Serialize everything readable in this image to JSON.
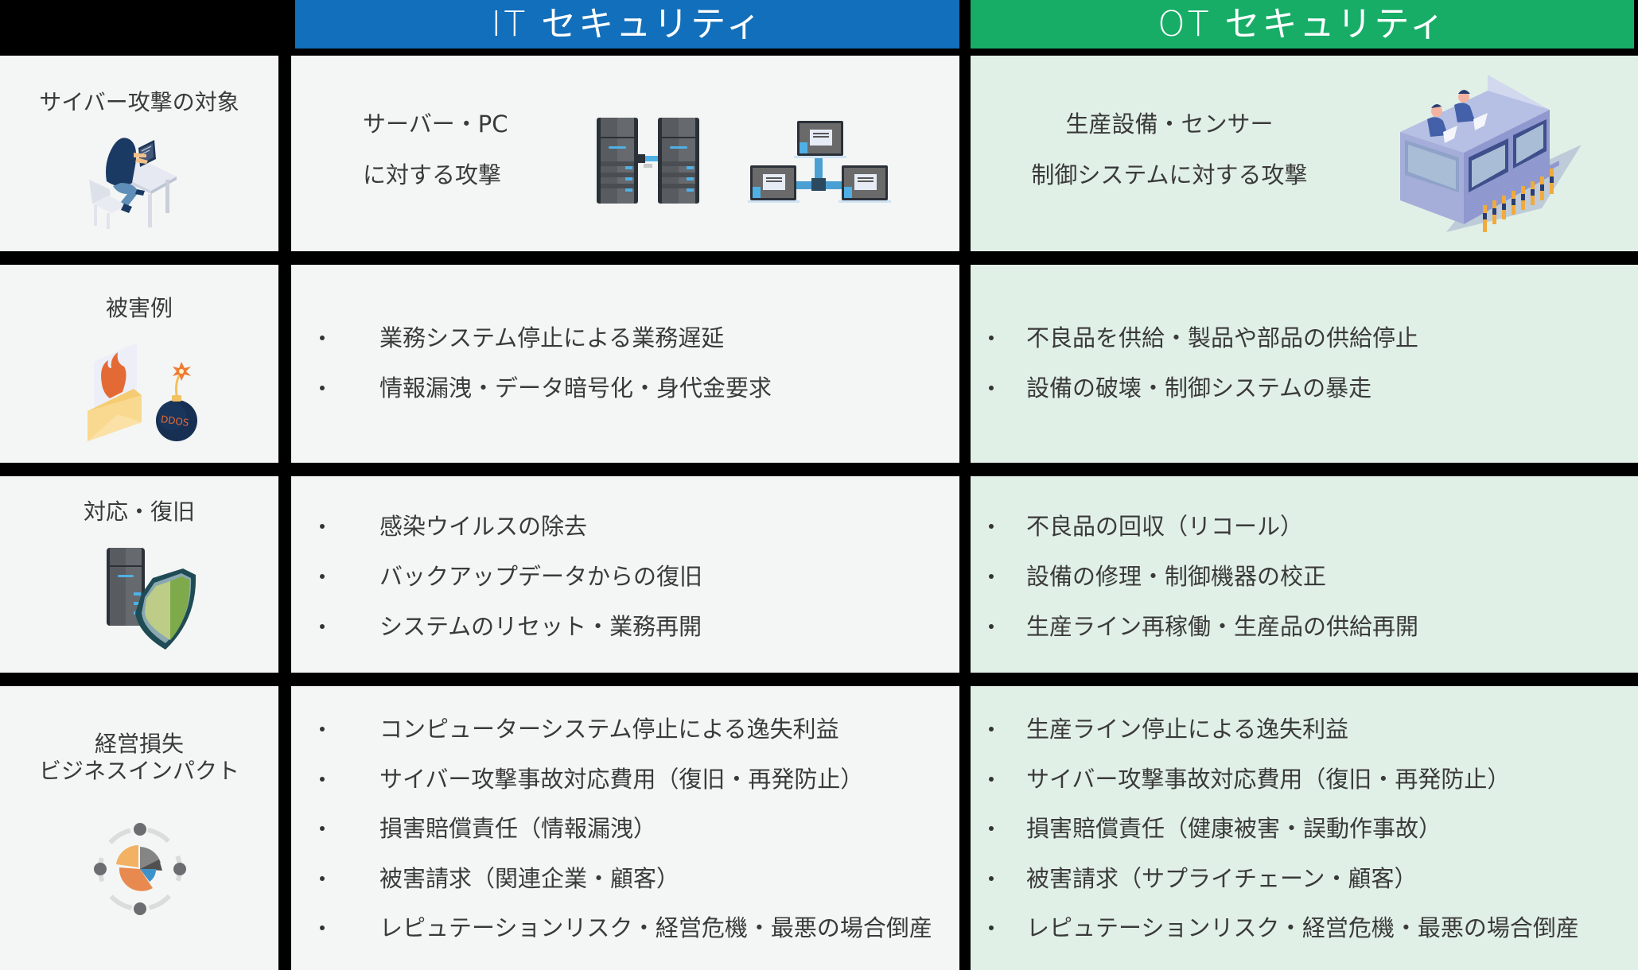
{
  "header": {
    "corner": "",
    "it_title": "IT セキュリティ",
    "ot_title": "OT セキュリティ",
    "colors": {
      "it": "#126fbb",
      "ot": "#17ad67",
      "it_bg": "#f4f6f5",
      "ot_bg": "#e1f0e7",
      "grid": "#000000"
    }
  },
  "rows": [
    {
      "label": "サイバー攻撃の対象",
      "icon": "hacker-at-desk-icon",
      "it": {
        "lines": [
          "サーバー・PC",
          "に対する攻撃"
        ],
        "icons": [
          "server-racks-icon",
          "laptop-network-icon"
        ]
      },
      "ot": {
        "lines": [
          "生産設備・センサー",
          "制御システムに対する攻撃"
        ],
        "icons": [
          "control-room-icon"
        ]
      }
    },
    {
      "label": "被害例",
      "icon": "malware-mail-ddos-bomb-icon",
      "it": {
        "items": [
          "業務システム停止による業務遅延",
          "情報漏洩・データ暗号化・身代金要求"
        ]
      },
      "ot": {
        "items": [
          "不良品を供給・製品や部品の供給停止",
          "設備の破壊・制御システムの暴走"
        ]
      }
    },
    {
      "label": "対応・復旧",
      "icon": "server-shield-icon",
      "it": {
        "items": [
          "感染ウイルスの除去",
          "バックアップデータからの復旧",
          "システムのリセット・業務再開"
        ]
      },
      "ot": {
        "items": [
          "不良品の回収（リコール）",
          "設備の修理・制御機器の校正",
          "生産ライン再稼働・生産品の供給再開"
        ]
      }
    },
    {
      "label_line1": "経営損失",
      "label_line2": "ビジネスインパクト",
      "icon": "pie-chart-impact-icon",
      "it": {
        "items": [
          "コンピューターシステム停止による逸失利益",
          "サイバー攻撃事故対応費用（復旧・再発防止）",
          "損害賠償責任（情報漏洩）",
          "被害請求（関連企業・顧客）",
          "レピュテーションリスク・経営危機・最悪の場合倒産"
        ]
      },
      "ot": {
        "items": [
          "生産ライン停止による逸失利益",
          "サイバー攻撃事故対応費用（復旧・再発防止）",
          "損害賠償責任（健康被害・誤動作事故）",
          "被害請求（サプライチェーン・顧客）",
          "レピュテーションリスク・経営危機・最悪の場合倒産"
        ]
      }
    }
  ],
  "bullet_char": "•"
}
